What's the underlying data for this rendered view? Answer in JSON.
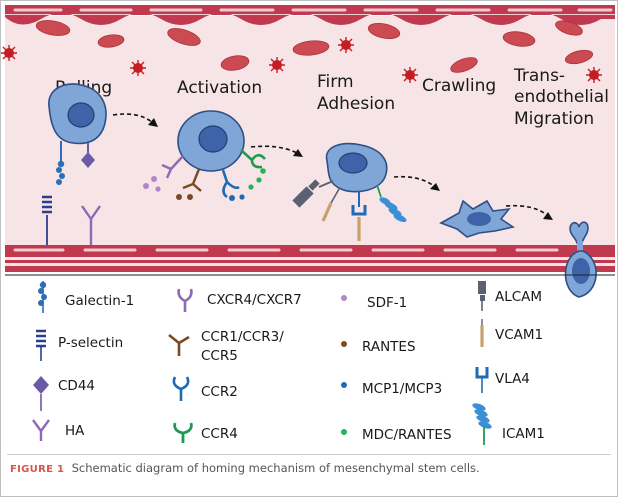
{
  "stages": [
    "Rolling",
    "Activation",
    "Firm",
    "Adhesion",
    "Crawling",
    "Trans-",
    "endothelial",
    "Migration"
  ],
  "legend": {
    "col1": [
      "Galectin-1",
      "P-selectin",
      "CD44",
      "HA"
    ],
    "col2": [
      "CXCR4/CXCR7",
      "CCR1/CCR3/",
      "CCR5",
      "CCR2",
      "CCR4"
    ],
    "col3": [
      "SDF-1",
      "RANTES",
      "MCP1/MCP3",
      "MDC/RANTES"
    ],
    "col4": [
      "ALCAM",
      "VCAM1",
      "VLA4",
      "ICAM1"
    ]
  },
  "caption": {
    "label": "FIGURE 1",
    "text": "Schematic diagram of homing mechanism of mesenchymal stem cells."
  },
  "colors": {
    "vessel_wall": "#c0394f",
    "lumen": "#f6e4e6",
    "cell_fill": "#7fa6d6",
    "nucleus": "#3f63a8",
    "rbc": "#cc4a52",
    "platelet": "#c41e25",
    "galectin": "#2a6fb8",
    "pselectin": "#2b3f8f",
    "cd44": "#6b5aa6",
    "cxcr4": "#8c6ab5",
    "ccr1": "#7a4a22",
    "ccr2": "#1f6ab5",
    "ccr4": "#1f9a53",
    "alcam": "#5b6170",
    "vcam1": "#c9a06a",
    "vla4": "#1f6ab5",
    "icam1": "#3a8fd6"
  }
}
